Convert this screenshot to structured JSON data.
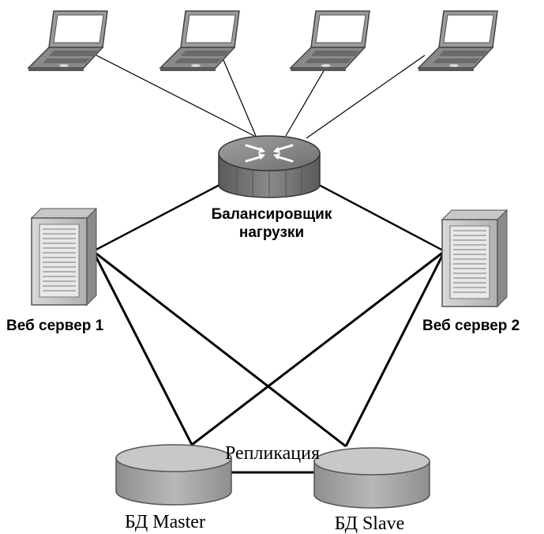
{
  "nodes": {
    "clients": [
      {
        "icon": "laptop-icon"
      },
      {
        "icon": "laptop-icon"
      },
      {
        "icon": "laptop-icon"
      },
      {
        "icon": "laptop-icon"
      }
    ],
    "load_balancer": {
      "icon": "router-icon",
      "label_line1": "Балансировщик",
      "label_line2": "нагрузки"
    },
    "web_server_1": {
      "icon": "server-tower-icon",
      "label": "Веб сервер 1"
    },
    "web_server_2": {
      "icon": "server-tower-icon",
      "label": "Веб сервер 2"
    },
    "db_master": {
      "icon": "database-icon",
      "label": "БД Master"
    },
    "db_slave": {
      "icon": "database-icon",
      "label": "БД Slave"
    }
  },
  "replication_label": "Репликация",
  "colors": {
    "line": "#000000",
    "device_gray": "#8c8c8c",
    "router_body": "#6e6e6e",
    "db_gray": "#a8a8a8"
  }
}
